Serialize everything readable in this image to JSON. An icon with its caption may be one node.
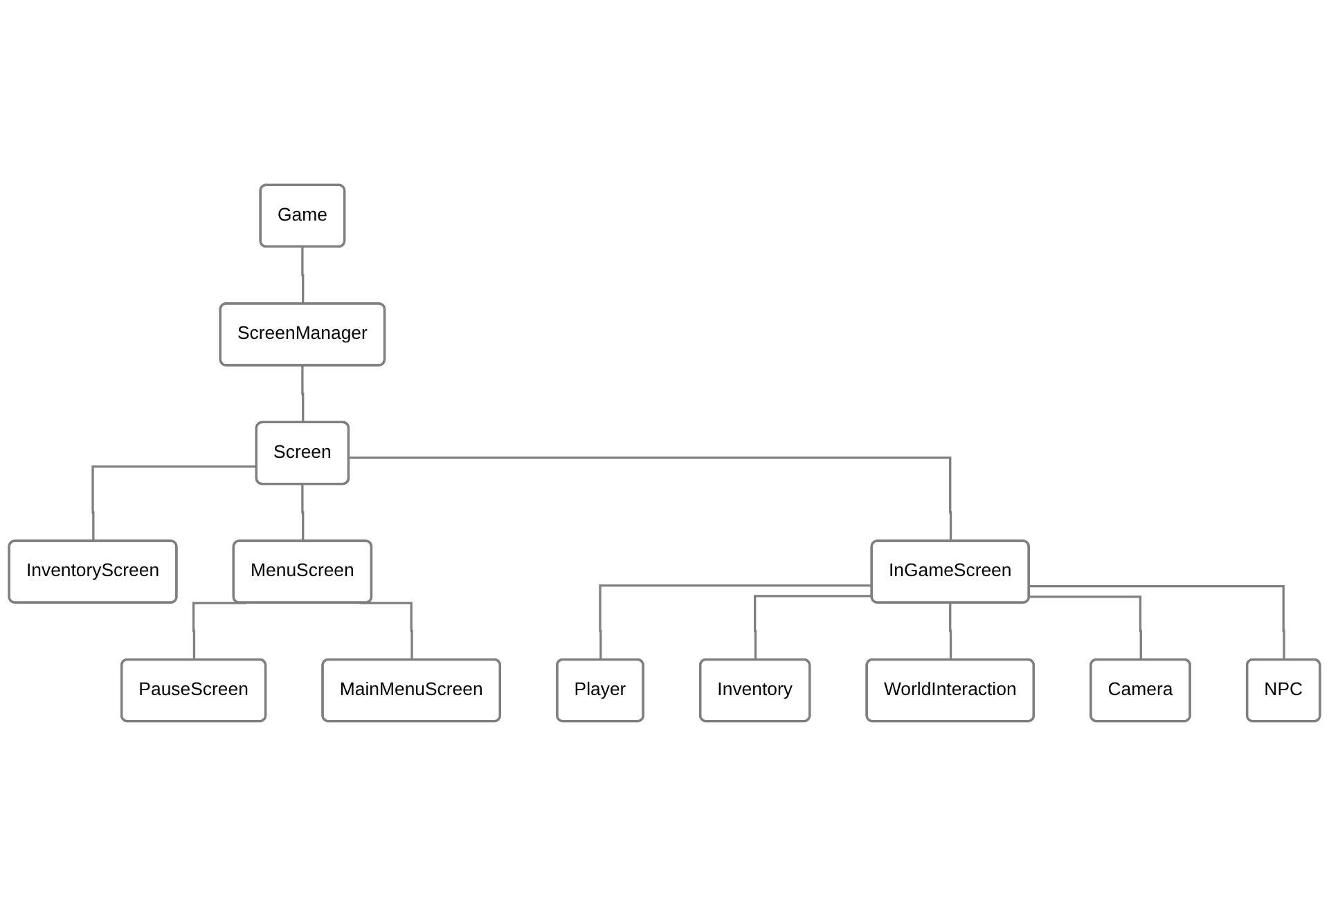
{
  "diagram": {
    "nodes": [
      {
        "text": [
          "Game"
        ]
      },
      {
        "text": [
          "ScreenManager"
        ]
      },
      {
        "text": [
          "Screen"
        ]
      },
      {
        "text": [
          "InventoryScreen"
        ]
      },
      {
        "text": [
          "MenuScreen"
        ]
      },
      {
        "text": [
          "InGameScreen"
        ]
      },
      {
        "text": [
          "PauseScreen"
        ]
      },
      {
        "text": [
          "MainMenuScreen"
        ]
      },
      {
        "text": [
          "Player"
        ]
      },
      {
        "text": [
          "Inventory"
        ]
      },
      {
        "text": [
          "WorldInteraction"
        ]
      },
      {
        "text": [
          "Camera"
        ]
      },
      {
        "text": [
          "NPC"
        ]
      }
    ],
    "edges": [
      {
        "from": 0,
        "to": 1,
        "arrow": "none"
      },
      {
        "from": 1,
        "to": 2,
        "arrow": "none"
      },
      {
        "from": 2,
        "to": 3,
        "arrow": "none"
      },
      {
        "from": 2,
        "to": 4,
        "arrow": "none"
      },
      {
        "from": 2,
        "to": 5,
        "arrow": "none"
      },
      {
        "from": 4,
        "to": 6,
        "arrow": "none"
      },
      {
        "from": 4,
        "to": 7,
        "arrow": "none"
      },
      {
        "from": 5,
        "to": 8,
        "arrow": "none"
      },
      {
        "from": 5,
        "to": 9,
        "arrow": "none"
      },
      {
        "from": 5,
        "to": 10,
        "arrow": "none"
      },
      {
        "from": 5,
        "to": 11,
        "arrow": "none"
      },
      {
        "from": 5,
        "to": 12,
        "arrow": "none"
      }
    ]
  }
}
